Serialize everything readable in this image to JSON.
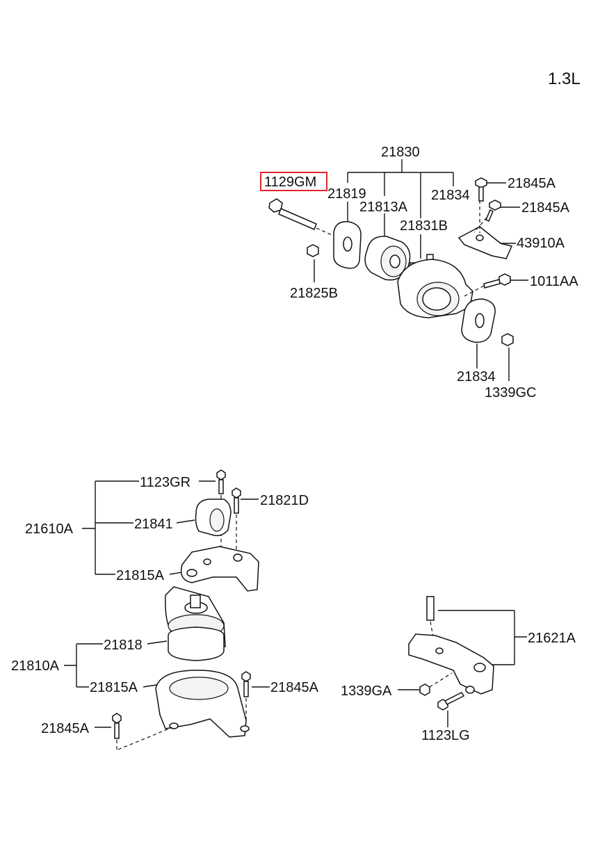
{
  "title": "1.3L",
  "highlight_color": "#e0262a",
  "labels": {
    "p21830": "21830",
    "p1129GM": "1129GM",
    "p21819": "21819",
    "p21834a": "21834",
    "p21845A_1": "21845A",
    "p21845A_2": "21845A",
    "p21813A": "21813A",
    "p21831B": "21831B",
    "p43910A": "43910A",
    "p21825B": "21825B",
    "p1011AA": "1011AA",
    "p21834b": "21834",
    "p1339GC": "1339GC",
    "p1123GR": "1123GR",
    "p21821D": "21821D",
    "p21610A": "21610A",
    "p21841": "21841",
    "p21815A_1": "21815A",
    "p21818": "21818",
    "p21810A": "21810A",
    "p21815A_2": "21815A",
    "p21845A_3": "21845A",
    "p21845A_4": "21845A",
    "p21621A": "21621A",
    "p1339GA": "1339GA",
    "p1123LG": "1123LG"
  }
}
